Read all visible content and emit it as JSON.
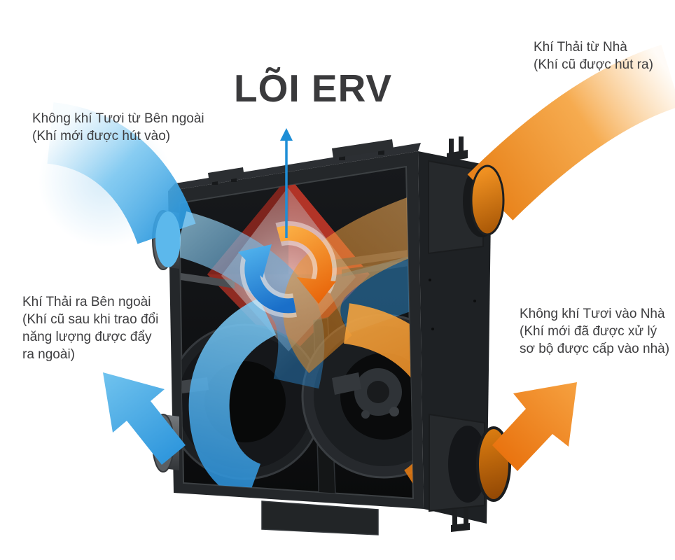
{
  "title": "LÕI ERV",
  "labels": {
    "exhaust_from_house": {
      "lines": [
        "Khí Thải từ Nhà",
        "(Khí cũ được hút ra)"
      ]
    },
    "fresh_from_outside": {
      "lines": [
        "Không khí Tươi từ Bên ngoài",
        "(Khí mới được hút vào)"
      ]
    },
    "exhaust_to_outside": {
      "lines": [
        "Khí Thải ra Bên ngoài",
        "(Khí cũ sau khi trao đổi",
        "năng lượng được đẩy",
        "ra ngoài)"
      ]
    },
    "fresh_into_house": {
      "lines": [
        "Không khí Tươi vào Nhà",
        "(Khí mới đã được xử lý",
        "sơ bộ được cấp vào nhà)"
      ]
    }
  },
  "colors": {
    "flow_blue": "#1e8ed6",
    "flow_blue_light": "#6fc2ee",
    "flow_orange": "#ef8c1e",
    "flow_orange_dark": "#e8700c",
    "core_red": "#b23427",
    "device_black": "#24272a",
    "title_color": "#3a3a3c",
    "label_color": "#3e3e40"
  },
  "flows": {
    "cycle_symbol": "heat-exchange-cycle",
    "fresh_in": "blue-airflow-inlet",
    "exhaust_in": "orange-airflow-inlet",
    "exhaust_out": "blue-airflow-outlet",
    "fresh_out": "orange-airflow-outlet"
  }
}
